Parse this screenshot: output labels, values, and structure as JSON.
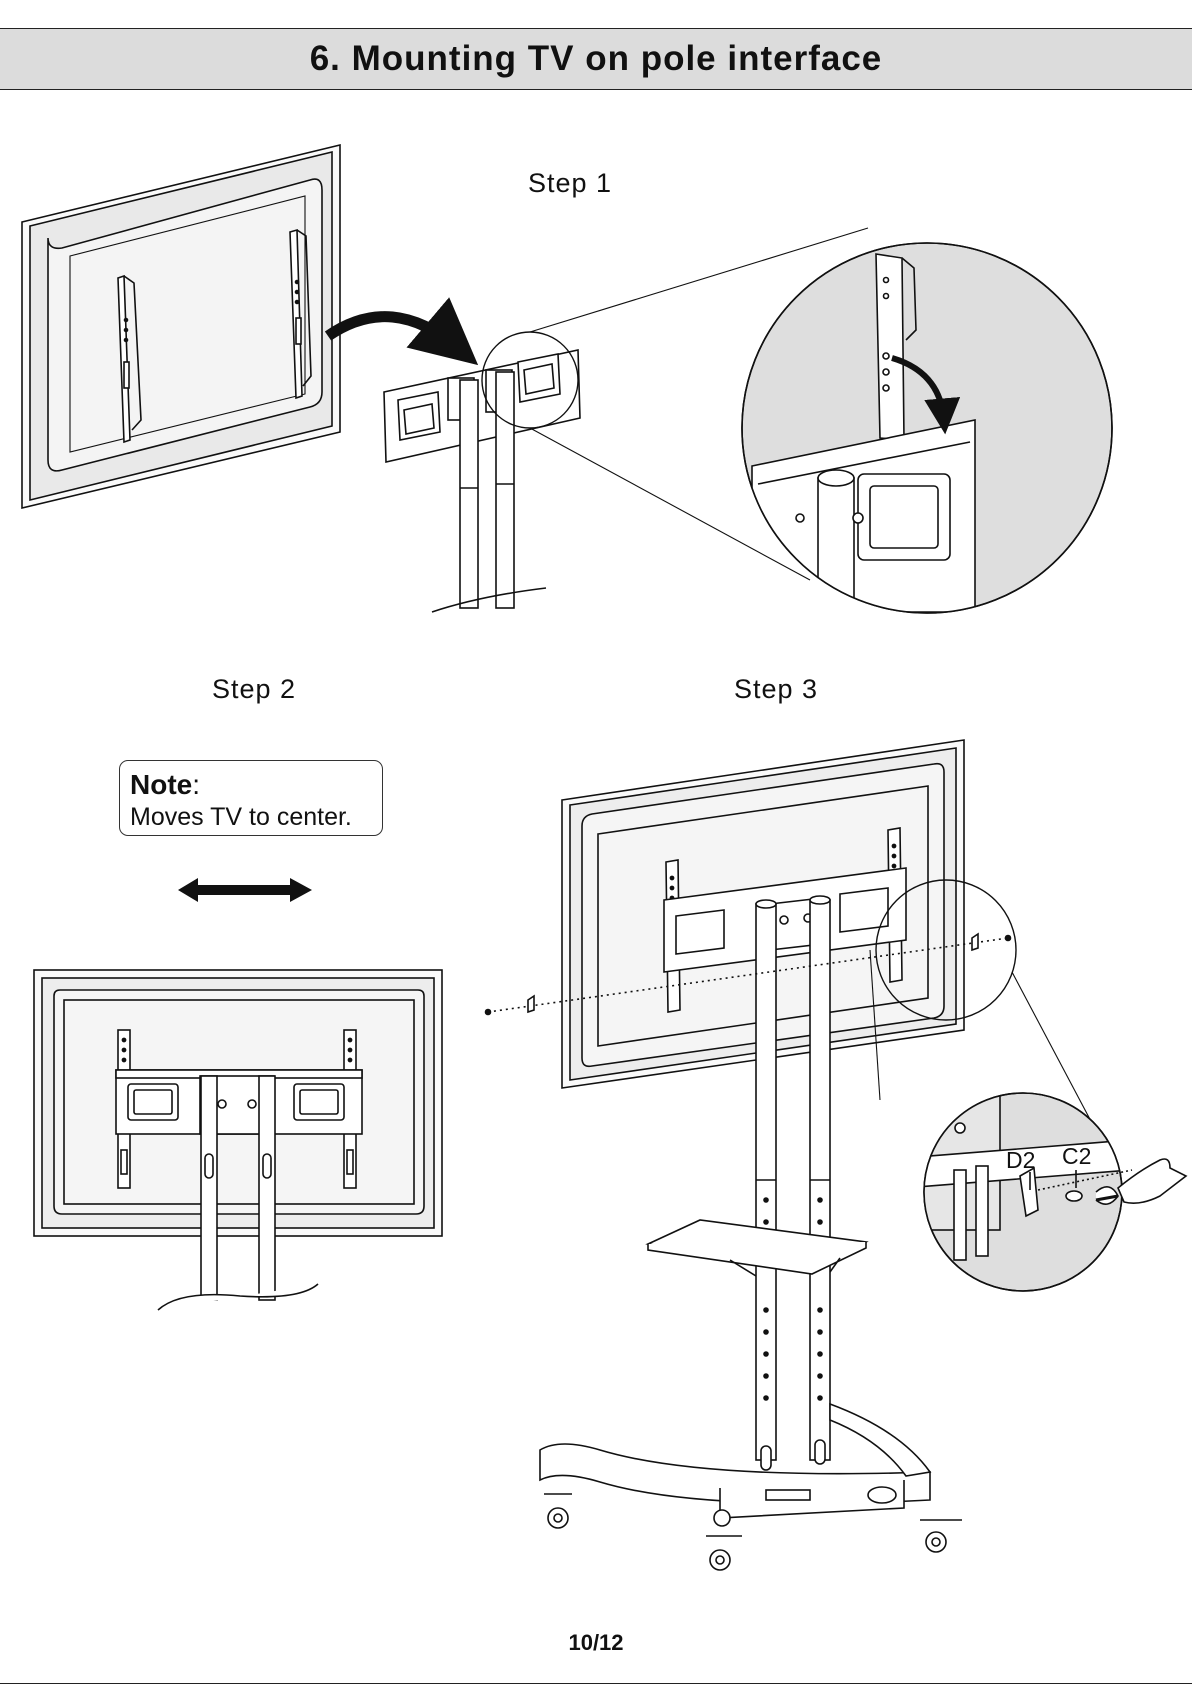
{
  "header": {
    "title": "6. Mounting TV on pole interface"
  },
  "steps": {
    "step1": "Step 1",
    "step2": "Step 2",
    "step3": "Step 3"
  },
  "note": {
    "title": "Note",
    "colon": ":",
    "text": "Moves TV to center."
  },
  "callouts": {
    "d2": "D2",
    "c2": "C2"
  },
  "footer": {
    "page_number": "10/12"
  }
}
